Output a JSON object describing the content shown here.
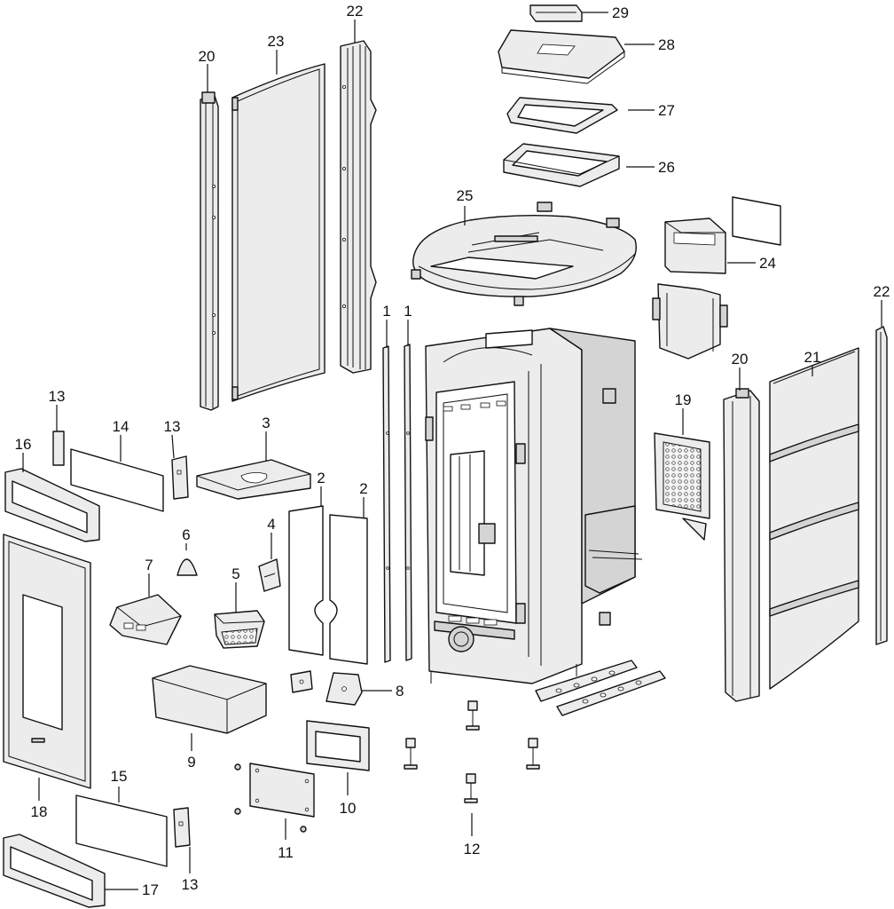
{
  "callouts": {
    "c1a": "1",
    "c1b": "1",
    "c2a": "2",
    "c2b": "2",
    "c3": "3",
    "c4": "4",
    "c5": "5",
    "c6": "6",
    "c7": "7",
    "c8": "8",
    "c9": "9",
    "c10": "10",
    "c11": "11",
    "c12": "12",
    "c13a": "13",
    "c13b": "13",
    "c13c": "13",
    "c14": "14",
    "c15": "15",
    "c16": "16",
    "c17": "17",
    "c18": "18",
    "c19": "19",
    "c20a": "20",
    "c20b": "20",
    "c21": "21",
    "c22a": "22",
    "c22b": "22",
    "c23": "23",
    "c24": "24",
    "c25": "25",
    "c26": "26",
    "c27": "27",
    "c28": "28",
    "c29": "29"
  },
  "colors": {
    "line": "#111111",
    "panel": "#ececec",
    "shade": "#d4d4d4",
    "background": "#ffffff"
  }
}
